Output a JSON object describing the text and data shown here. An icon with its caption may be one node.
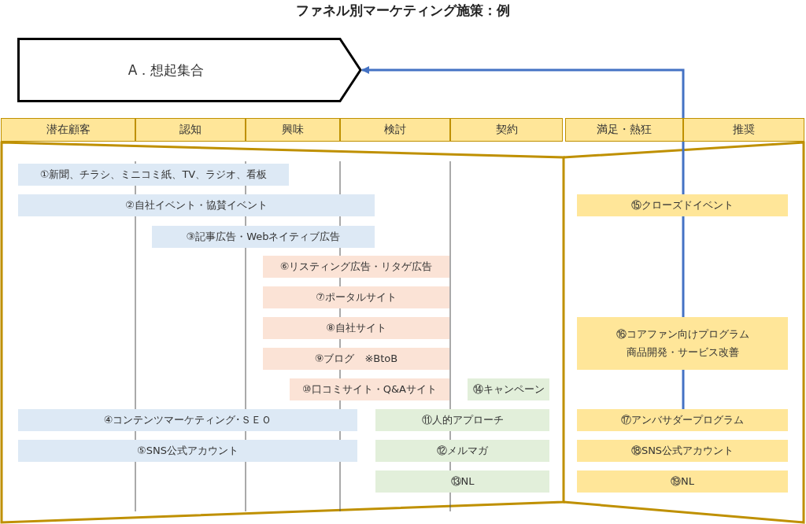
{
  "diagram": {
    "title": "ファネル別マーケティング施策：例",
    "nodes": [
      {
        "text": [
          "A．想起集合"
        ]
      },
      {
        "text": [
          "潜在顧客"
        ]
      },
      {
        "text": [
          "認知"
        ]
      },
      {
        "text": [
          "興味"
        ]
      },
      {
        "text": [
          "検討"
        ]
      },
      {
        "text": [
          "契約"
        ]
      },
      {
        "text": [
          "満足・熱狂"
        ]
      },
      {
        "text": [
          "推奨"
        ]
      },
      {
        "text": [
          "①新聞、チラシ、ミニコミ紙、TV、ラジオ、看板"
        ]
      },
      {
        "text": [
          "②自社イベント・協賛イベント"
        ]
      },
      {
        "text": [
          "③記事広告・Webネイティブ広告"
        ]
      },
      {
        "text": [
          "④コンテンツマーケティング･ＳＥＯ"
        ]
      },
      {
        "text": [
          "⑤SNS公式アカウント"
        ]
      },
      {
        "text": [
          "⑥リスティング広告・リタゲ広告"
        ]
      },
      {
        "text": [
          "⑦ポータルサイト"
        ]
      },
      {
        "text": [
          "⑧自社サイト"
        ]
      },
      {
        "text": [
          "⑨ブログ　※BtoB"
        ]
      },
      {
        "text": [
          "⑩口コミサイト・Q&Aサイト"
        ]
      },
      {
        "text": [
          "⑪人的アプローチ"
        ]
      },
      {
        "text": [
          "⑫メルマガ"
        ]
      },
      {
        "text": [
          "⑬NL"
        ]
      },
      {
        "text": [
          "⑭キャンペーン"
        ]
      },
      {
        "text": [
          "⑮クローズドイベント"
        ]
      },
      {
        "text": [
          "⑯コアファン向けプログラム",
          "商品開発・サービス改善"
        ]
      },
      {
        "text": [
          "⑰アンバサダープログラム"
        ]
      },
      {
        "text": [
          "⑱SNS公式アカウント"
        ]
      },
      {
        "text": [
          "⑲NL"
        ]
      }
    ],
    "edges": [
      {
        "from": 24,
        "to": 23,
        "arrow": "none"
      },
      {
        "from": 23,
        "to": 22,
        "arrow": "none"
      },
      {
        "from": 22,
        "to": 0,
        "arrow": "to"
      }
    ]
  }
}
